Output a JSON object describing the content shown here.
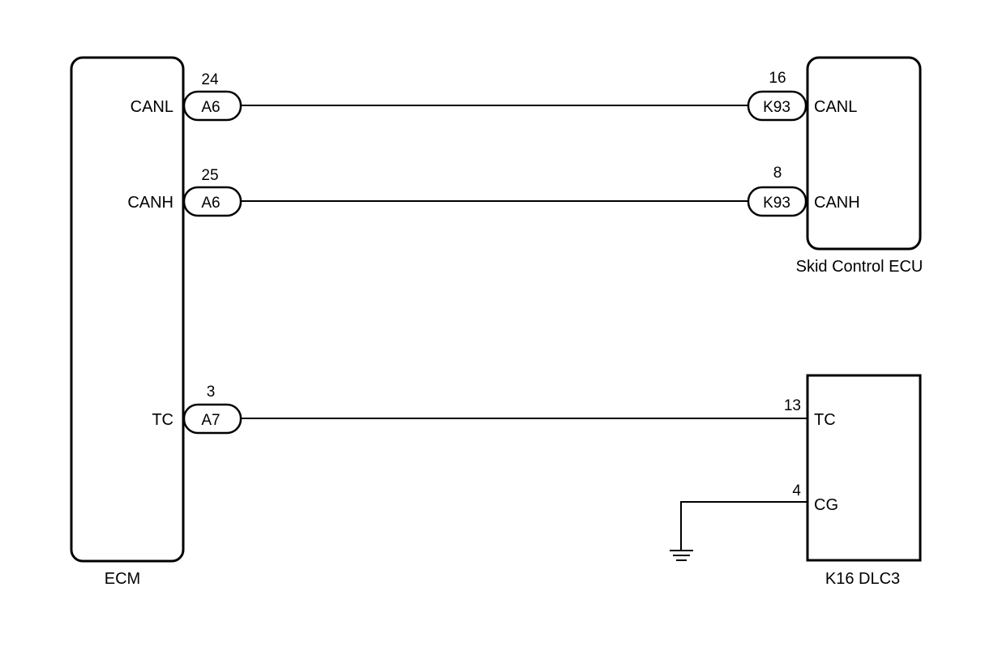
{
  "components": {
    "ecm": {
      "label": "ECM"
    },
    "skid": {
      "label": "Skid Control ECU"
    },
    "dlc3": {
      "label": "K16  DLC3"
    }
  },
  "wires": [
    {
      "ecm_terminal": "CANL",
      "ecm_connector": "A6",
      "ecm_pin": "24",
      "far_connector": "K93",
      "far_pin": "16",
      "far_terminal": "CANL"
    },
    {
      "ecm_terminal": "CANH",
      "ecm_connector": "A6",
      "ecm_pin": "25",
      "far_connector": "K93",
      "far_pin": "8",
      "far_terminal": "CANH"
    },
    {
      "ecm_terminal": "TC",
      "ecm_connector": "A7",
      "ecm_pin": "3",
      "far_pin": "13",
      "far_terminal": "TC"
    }
  ],
  "ground": {
    "pin": "4",
    "terminal": "CG",
    "icon": "ground-icon"
  }
}
